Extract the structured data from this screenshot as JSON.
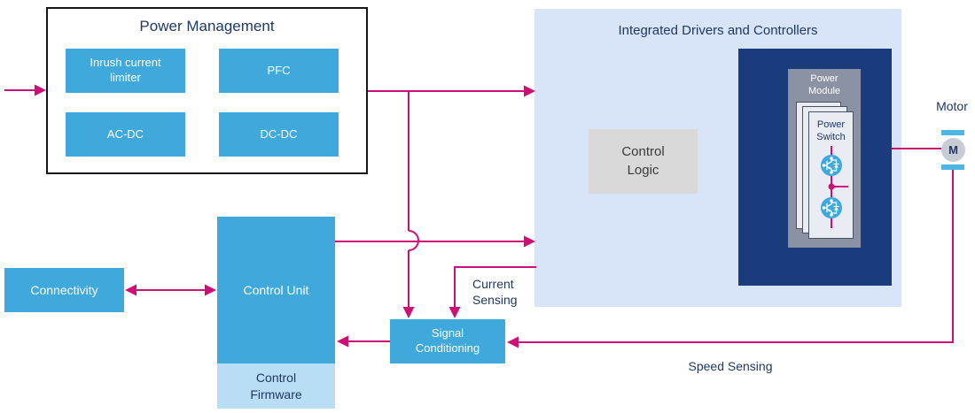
{
  "power_management": {
    "title": "Power Management",
    "blocks": [
      "Inrush current limiter",
      "PFC",
      "AC-DC",
      "DC-DC"
    ]
  },
  "integrated": {
    "title": "Integrated Drivers and Controllers",
    "control_logic_label": "Control Logic",
    "power_module_label": "Power Module",
    "power_switch_label": "Power Switch"
  },
  "motor": {
    "label": "Motor",
    "symbol": "M"
  },
  "connectivity_label": "Connectivity",
  "control_unit_label": "Control Unit",
  "control_firmware_label": "Control Firmware",
  "signal_conditioning_label": "Signal Conditioning",
  "annotations": {
    "current_sensing": "Current Sensing",
    "speed_sensing": "Speed Sensing"
  },
  "colors": {
    "block_blue": "#3FA9DC",
    "drivers_fill": "#D8E4F8",
    "firmware_blue": "#B9DDF4",
    "dark_navy": "#1A3C7C",
    "navy_text": "#1F3864",
    "magenta_wire": "#CE0F77",
    "control_logic_gray": "#D9D9D9",
    "power_module_gray": "#8A92A3",
    "card_fill": "#EAECF3",
    "motor_gray": "#C8CDD5",
    "motor_cap_blue": "#4FB5E5"
  }
}
